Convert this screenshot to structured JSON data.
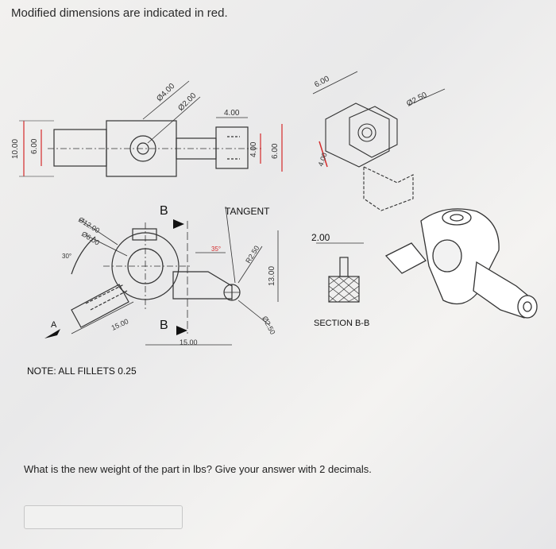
{
  "header": {
    "instruction": "Modified dimensions are indicated in red."
  },
  "drawing": {
    "note": "NOTE: ALL FILLETS 0.25",
    "tangent": "TANGENT",
    "section_b_left": "B",
    "section_b_bottom": "B",
    "arrow_a": "A",
    "section_label": "SECTION B-B",
    "dims": {
      "top_dia_4": "Ø4.00",
      "top_dia_2": "Ø2.00",
      "top_width_4": "4.00",
      "left_height_10": "10.00",
      "left_height_6": "6.00",
      "right_height_4": "4.00",
      "right_height_6": "6.00",
      "iso_6": "6.00",
      "iso_dia_250": "Ø2.50",
      "iso_4": "4.00",
      "front_dia_12": "Ø12.00",
      "front_dia_6": "Ø6.00",
      "angle_30": "30°",
      "angle_35": "35°",
      "r250": "R2.50",
      "h_13": "13.00",
      "dia_250_bottom": "Ø2.50",
      "len_15_left": "15.00",
      "len_15_bottom": "15.00",
      "section_2": "2.00"
    }
  },
  "question": {
    "prompt": "What is the new weight of the part in lbs? Give your answer with 2 decimals.",
    "answer_value": ""
  },
  "colors": {
    "red": "#d42a2a",
    "line": "#333333"
  }
}
